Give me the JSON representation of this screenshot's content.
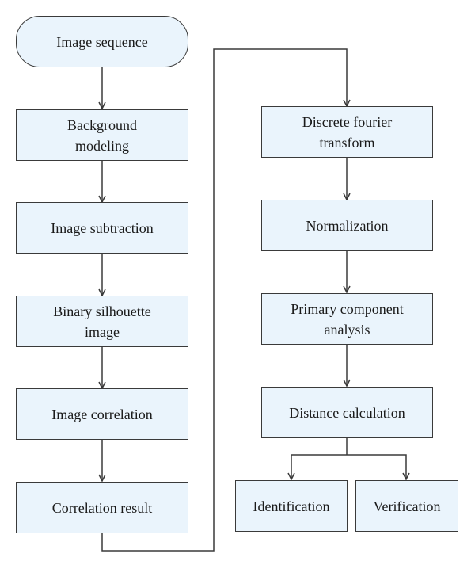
{
  "diagram": {
    "colors": {
      "box_fill": "#eaf4fc",
      "stroke": "#3a3a3a",
      "text": "#1a1a1a"
    },
    "nodes": {
      "image_sequence": "Image sequence",
      "background_modeling": "Background modeling",
      "image_subtraction": "Image subtraction",
      "binary_silhouette": "Binary silhouette image",
      "image_correlation": "Image correlation",
      "correlation_result": "Correlation result",
      "dft": "Discrete fourier transform",
      "normalization": "Normalization",
      "pca": "Primary component analysis",
      "distance_calculation": "Distance calculation",
      "identification": "Identification",
      "verification": "Verification"
    }
  }
}
